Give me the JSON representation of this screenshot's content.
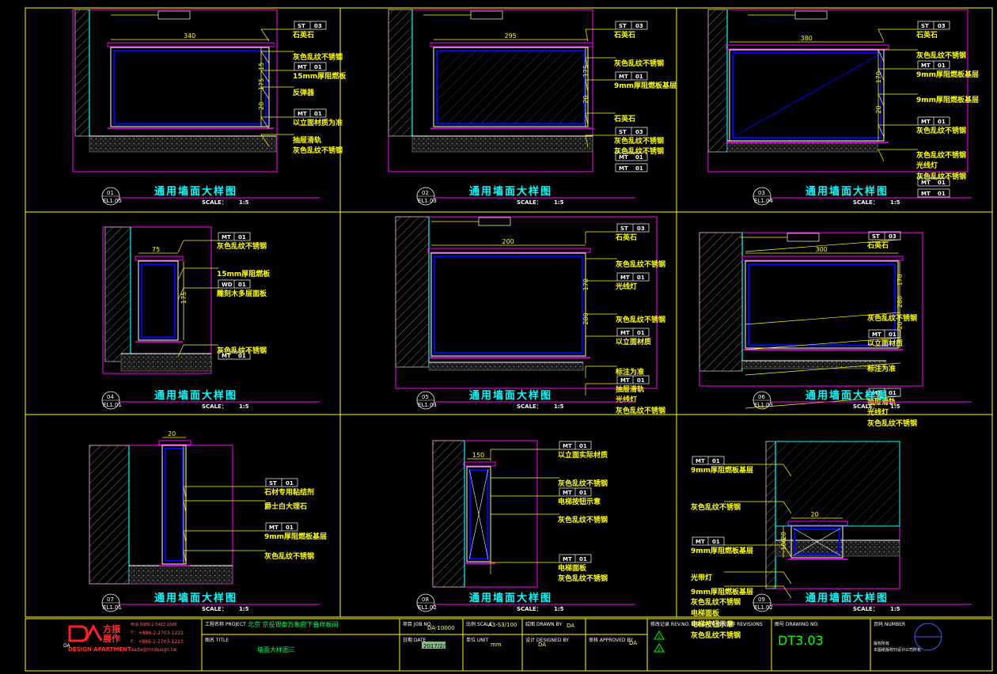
{
  "details": [
    {
      "no": "01",
      "ref": "EL1.05",
      "title": "通用墙面大样图",
      "scale_label": "SCALE：",
      "scale": "1:5",
      "tags": [
        {
          "code": "ST",
          "n": "03"
        },
        {
          "code": "MT",
          "n": "01"
        },
        {
          "code": "MT",
          "n": "01"
        }
      ],
      "labels": [
        "石英石",
        "灰色乱纹不锈钢",
        "15mm厚阻燃板",
        "反弹器",
        "以立面材质为准",
        "抽屉滑轨",
        "灰色乱纹不锈钢"
      ],
      "dims": [
        "340",
        "15",
        "175",
        "20"
      ]
    },
    {
      "no": "02",
      "ref": "EL1.03",
      "title": "通用墙面大样图",
      "scale_label": "SCALE：",
      "scale": "1:5",
      "tags": [
        {
          "code": "ST",
          "n": "03"
        },
        {
          "code": "MT",
          "n": "01"
        },
        {
          "code": "ST",
          "n": "03"
        },
        {
          "code": "MT",
          "n": "01"
        },
        {
          "code": "MT",
          "n": "01"
        }
      ],
      "labels": [
        "石英石",
        "灰色乱纹不锈钢",
        "9mm厚阻燃板基层",
        "石英石",
        "灰色乱纹不锈钢",
        "灰色乱纹不锈钢"
      ],
      "dims": [
        "295",
        "175",
        "20"
      ]
    },
    {
      "no": "03",
      "ref": "EL1.04",
      "title": "通用墙面大样图",
      "scale_label": "SCALE：",
      "scale": "1:5",
      "tags": [
        {
          "code": "ST",
          "n": "03"
        },
        {
          "code": "MT",
          "n": "01"
        },
        {
          "code": "MT",
          "n": "01"
        },
        {
          "code": "MT",
          "n": "01"
        },
        {
          "code": "MT",
          "n": "01"
        }
      ],
      "labels": [
        "石英石",
        "灰色乱纹不锈钢",
        "9mm厚阻燃板基层",
        "9mm厚阻燃板基层",
        "灰色乱纹不锈钢",
        "灰色乱纹不锈钢",
        "光线灯",
        "灰色乱纹不锈钢"
      ],
      "dims": [
        "380",
        "170",
        "20"
      ]
    },
    {
      "no": "04",
      "ref": "EL1.01",
      "title": "通用墙面大样图",
      "scale_label": "SCALE：",
      "scale": "1:5",
      "tags": [
        {
          "code": "MT",
          "n": "01"
        },
        {
          "code": "WD",
          "n": "01"
        },
        {
          "code": "MT",
          "n": "01"
        }
      ],
      "labels": [
        "灰色乱纹不锈钢",
        "15mm厚阻燃板",
        "雕刻木多层面板",
        "灰色乱纹不锈钢"
      ],
      "dims": [
        "75",
        "175"
      ]
    },
    {
      "no": "05",
      "ref": "EL1.03",
      "title": "通用墙面大样图",
      "scale_label": "SCALE：",
      "scale": "1:5",
      "tags": [
        {
          "code": "ST",
          "n": "03"
        },
        {
          "code": "MT",
          "n": "01"
        },
        {
          "code": "MT",
          "n": "01"
        },
        {
          "code": "MT",
          "n": "01"
        }
      ],
      "labels": [
        "石英石",
        "灰色乱纹不锈钢",
        "光线灯",
        "灰色乱纹不锈钢",
        "以立面材质",
        "标注为准",
        "抽屉滑轨",
        "光线灯",
        "灰色乱纹不锈钢"
      ],
      "dims": [
        "200",
        "170",
        "280"
      ]
    },
    {
      "no": "06",
      "ref": "EL1.03",
      "title": "通用墙面大样图",
      "scale_label": "SCALE：",
      "scale": "1:5",
      "tags": [
        {
          "code": "ST",
          "n": "03"
        },
        {
          "code": "MT",
          "n": "01"
        },
        {
          "code": "MT",
          "n": "01"
        }
      ],
      "labels": [
        "石英石",
        "灰色乱纹不锈钢",
        "以立面材质",
        "标注为准",
        "抽屉滑轨",
        "光线灯",
        "灰色乱纹不锈钢"
      ],
      "dims": [
        "300",
        "170",
        "280",
        "20"
      ]
    },
    {
      "no": "07",
      "ref": "EL1.01",
      "title": "通用墙面大样图",
      "scale_label": "SCALE：",
      "scale": "1:5",
      "tags": [
        {
          "code": "ST",
          "n": "01"
        },
        {
          "code": "MT",
          "n": "01"
        }
      ],
      "labels": [
        "石材专用粘结剂",
        "爵士白大理石",
        "9mm厚阻燃板基层",
        "灰色乱纹不锈钢"
      ],
      "dims": [
        "20"
      ]
    },
    {
      "no": "08",
      "ref": "EL1.02",
      "title": "通用墙面大样图",
      "scale_label": "SCALE：",
      "scale": "1:5",
      "tags": [
        {
          "code": "MT",
          "n": "01"
        },
        {
          "code": "MT",
          "n": "01"
        },
        {
          "code": "MT",
          "n": "01"
        }
      ],
      "labels": [
        "以立面实际材质",
        "灰色乱纹不锈钢",
        "电梯按钮示意",
        "灰色乱纹不锈钢",
        "电梯面板",
        "灰色乱纹不锈钢"
      ],
      "dims": [
        "150"
      ]
    },
    {
      "no": "09",
      "ref": "EL1.02",
      "title": "通用墙面大样图",
      "scale_label": "SCALE：",
      "scale": "1:5",
      "tags": [
        {
          "code": "MT",
          "n": "01"
        },
        {
          "code": "MT",
          "n": "01"
        }
      ],
      "labels": [
        "9mm厚阻燃板基层",
        "灰色乱纹不锈钢",
        "9mm厚阻燃板基层",
        "光带灯",
        "9mm厚阻燃板基层",
        "灰色乱纹不锈钢",
        "电梯面板",
        "电梯按钮示意",
        "灰色乱纹不锈钢"
      ],
      "dims": [
        "20",
        "20",
        "100"
      ]
    }
  ],
  "titleblock": {
    "logo_mark": "DA",
    "logo_cn": "方振",
    "logo_cn2": "展作",
    "logo_en": "DESIGN APARTMENT",
    "contact": [
      "电话:0086-2-5482-1688",
      "T：+886-2-2703-1222",
      "F：+886-2-2703-1223",
      "dada@mrdesign.tw"
    ],
    "project_label": "工程名称 PROJECT",
    "project": "北京 京投银泰万象府下叠样板间",
    "title_label": "图名 TITLE",
    "title": "墙面大样图三",
    "job_label": "项目 JOB NO.",
    "job": "DA-10000",
    "date_label": "日期 DATE",
    "date": "2017/2/7",
    "scale_label": "比例 SCALE",
    "scale": "A3-S3/100",
    "unit_label": "单位 UNIT",
    "unit": "mm",
    "drawn_label": "绘图 DRAWN BY",
    "drawn": "DA",
    "designed_label": "设计 DESIGNED BY",
    "designed": "DA",
    "approved_label": "审核 APPROVED BY",
    "approved": "DA",
    "revisions_label": "修改记录 REV.NO.   日期 DATE   修改内容 REVISIONS",
    "rev1": "1",
    "rev2": "2",
    "drawing_no_label": "图号 DRAWING NO.",
    "drawing_no": "DT3.03",
    "number_label": "页码 NUMBER",
    "note1": "版权所有",
    "note2": "本图纸版权归设计公司所有"
  },
  "colors": {
    "frame": "#ff00ff",
    "cell": "#ffff00",
    "wall": "#00ffff",
    "panel": "#0000ff",
    "dim": "#ffff00"
  }
}
